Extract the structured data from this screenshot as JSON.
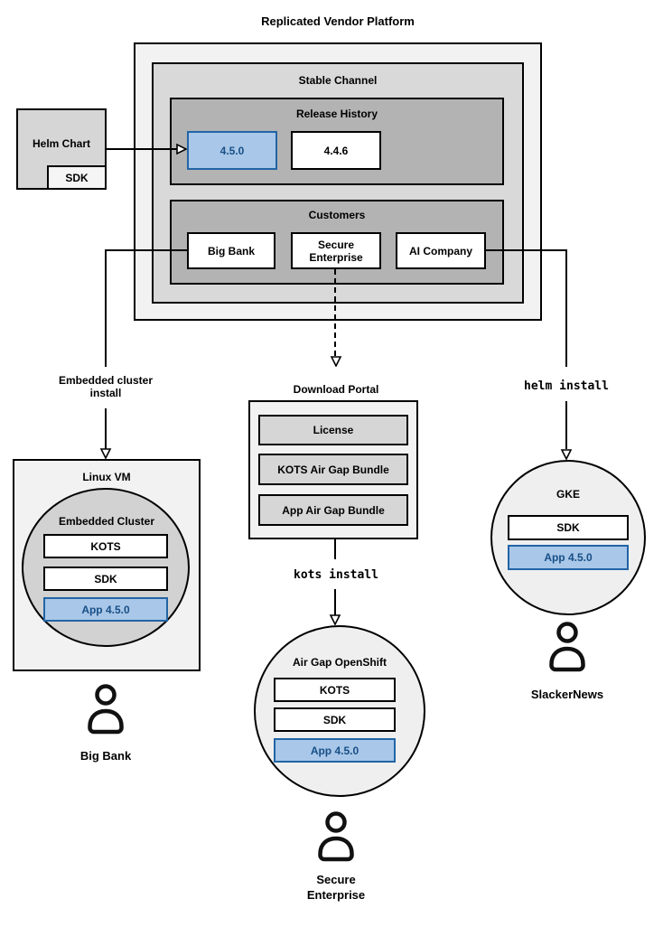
{
  "diagram": {
    "title": "Replicated Vendor Platform"
  },
  "colors": {
    "highlight_fill": "#a9c7e8",
    "highlight_border": "#2264a5",
    "highlight_text": "#174f87",
    "panel_light": "#f2f2f2",
    "panel_mid": "#d9d9d9",
    "panel_dark": "#b3b3b3"
  },
  "platform": {
    "stable_channel": {
      "title": "Stable Channel",
      "release_history": {
        "title": "Release History",
        "releases": [
          {
            "version": "4.5.0",
            "highlighted": true
          },
          {
            "version": "4.4.6",
            "highlighted": false
          }
        ]
      },
      "customers": {
        "title": "Customers",
        "items": [
          "Big Bank",
          "Secure Enterprise",
          "AI Company"
        ]
      }
    }
  },
  "helm_chart": {
    "title": "Helm Chart",
    "sdk": "SDK"
  },
  "labels": {
    "embedded_install_line1": "Embedded cluster",
    "embedded_install_line2": "install",
    "helm_install": "helm install",
    "kots_install": "kots install"
  },
  "download_portal": {
    "title": "Download Portal",
    "items": [
      "License",
      "KOTS Air Gap Bundle",
      "App Air Gap Bundle"
    ]
  },
  "linux_vm": {
    "title": "Linux VM",
    "embedded_cluster": {
      "title": "Embedded Cluster",
      "components": [
        "KOTS",
        "SDK",
        "App 4.5.0"
      ]
    },
    "user": "Big Bank"
  },
  "air_gap_openshift": {
    "title": "Air Gap OpenShift",
    "components": [
      "KOTS",
      "SDK",
      "App 4.5.0"
    ],
    "user_line1": "Secure",
    "user_line2": "Enterprise"
  },
  "gke": {
    "title": "GKE",
    "components": [
      "SDK",
      "App 4.5.0"
    ],
    "user": "SlackerNews"
  }
}
